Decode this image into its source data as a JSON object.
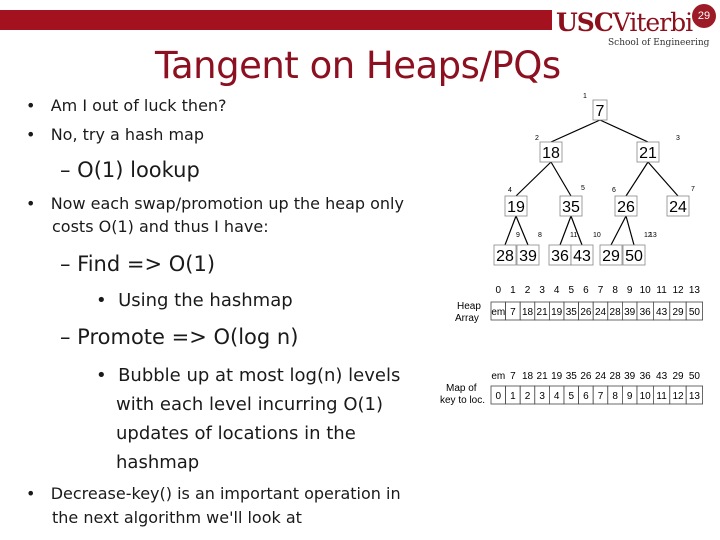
{
  "header": {
    "page_number": "29",
    "logo_usc": "USC",
    "logo_viterbi": "Viterbi",
    "logo_school": "School of Engineering"
  },
  "title": "Tangent on Heaps/PQs",
  "bullets": {
    "b1": "Am I out of luck then?",
    "b2": "No, try a hash map",
    "b2_sub": "– O(1) lookup",
    "b3_line1": "Now each swap/promotion up the heap only",
    "b3_line2": "costs O(1) and thus I have:",
    "find": "– Find => O(1)",
    "find_sub": "Using the hashmap",
    "promote": "– Promote => O(log n)",
    "promote_sub1": "Bubble up at most log(n) levels",
    "promote_sub2": "with each level incurring O(1)",
    "promote_sub3": "updates of locations in the",
    "promote_sub4": "hashmap",
    "b4_line1": "Decrease-key() is an important operation in",
    "b4_line2": "the next algorithm we'll look at"
  },
  "heap": {
    "nodes": [
      {
        "value": "7",
        "index": "1"
      },
      {
        "value": "18",
        "index": "2"
      },
      {
        "value": "21",
        "index": "3"
      },
      {
        "value": "19",
        "index": "4"
      },
      {
        "value": "35",
        "index": "5"
      },
      {
        "value": "26",
        "index": "6"
      },
      {
        "value": "24",
        "index": "7"
      },
      {
        "value": "28",
        "index": "8"
      },
      {
        "value": "39",
        "index": "9"
      },
      {
        "value": "36",
        "index": "10"
      },
      {
        "value": "43",
        "index": "11"
      },
      {
        "value": "29",
        "index": "12"
      },
      {
        "value": "50",
        "index": "13"
      }
    ]
  },
  "heap_array": {
    "label_line1": "Heap",
    "label_line2": "Array",
    "indices": [
      "0",
      "1",
      "2",
      "3",
      "4",
      "5",
      "6",
      "7",
      "8",
      "9",
      "10",
      "11",
      "12",
      "13"
    ],
    "values": [
      "em",
      "7",
      "18",
      "21",
      "19",
      "35",
      "26",
      "24",
      "28",
      "39",
      "36",
      "43",
      "29",
      "50"
    ]
  },
  "map": {
    "label_line1": "Map of",
    "label_line2": "key to loc.",
    "keys": [
      "em",
      "7",
      "18",
      "21",
      "19",
      "35",
      "26",
      "24",
      "28",
      "39",
      "36",
      "43",
      "29",
      "50"
    ],
    "locations": [
      "0",
      "1",
      "2",
      "3",
      "4",
      "5",
      "6",
      "7",
      "8",
      "9",
      "10",
      "11",
      "12",
      "13"
    ]
  }
}
